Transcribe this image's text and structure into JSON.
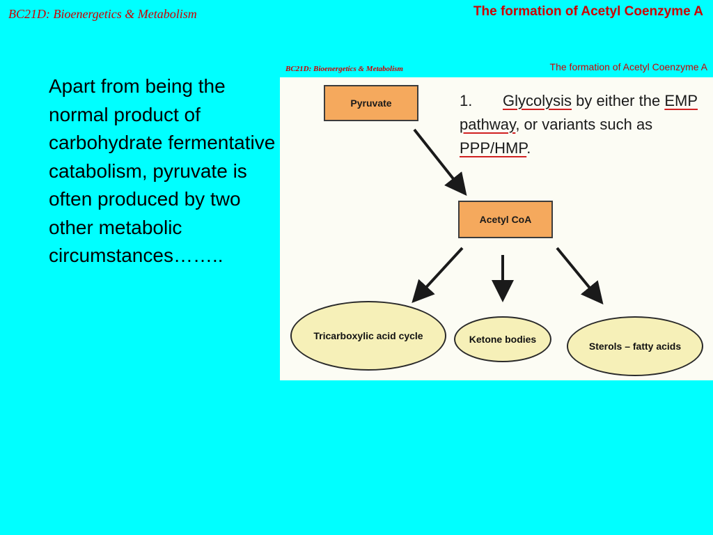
{
  "header": {
    "course": "BC21D: Bioenergetics & Metabolism",
    "title": "The formation of Acetyl Coenzyme A"
  },
  "body": {
    "text": "Apart from being the normal product of carbohydrate fermentative catabolism, pyruvate is often produced by two other metabolic circumstances…….."
  },
  "figure": {
    "header_course": "BC21D: Bioenergetics & Metabolism",
    "header_title": "The formation of Acetyl Coenzyme A",
    "pyruvate": "Pyruvate",
    "acetyl_coa": "Acetyl CoA",
    "note": {
      "number": "1.",
      "glycolysis": "Glycolysis",
      "text1": " by either the ",
      "emp": "EMP pathway",
      "text2": ", or variants such as ",
      "ppp": "PPP/HMP",
      "text3": "."
    },
    "products": {
      "tca": "Tricarboxylic acid cycle",
      "ketone": "Ketone bodies",
      "sterols": "Sterols – fatty acids"
    }
  },
  "colors": {
    "background": "#00FFFF",
    "title_red": "#CC0000",
    "box_orange": "#F5A95D",
    "ellipse_yellow": "#F6F0B8",
    "underline_red": "#D02020"
  }
}
